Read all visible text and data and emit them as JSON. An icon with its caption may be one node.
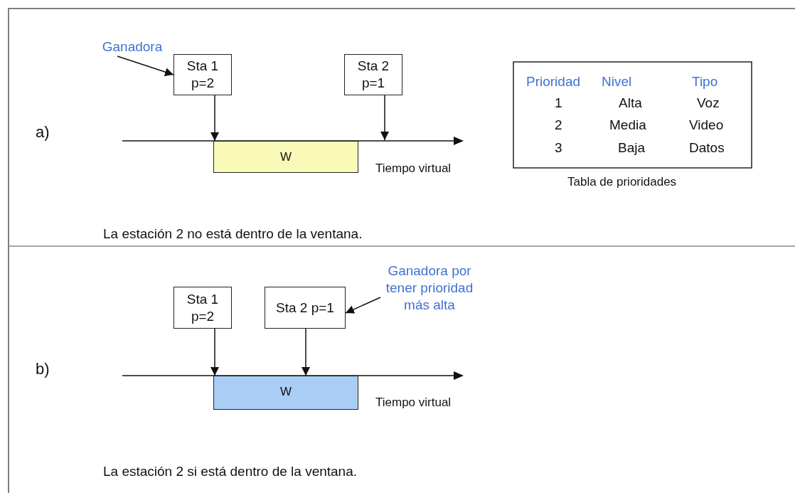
{
  "diagram": {
    "nodes": [
      {
        "text": [
          "Ganadora"
        ]
      },
      {
        "text": [
          "Sta 1 p=2"
        ]
      },
      {
        "text": [
          "Sta 2 p=1"
        ]
      },
      {
        "text": [
          "W"
        ]
      },
      {
        "text": [
          "Sta 1 p=2"
        ]
      },
      {
        "text": [
          "Sta 2 p=1"
        ]
      },
      {
        "text": [
          "W"
        ]
      },
      {
        "text": [
          "Ganadora por tener prioridad más alta"
        ]
      }
    ],
    "edges": [
      {
        "from": 0,
        "to": 1,
        "arrow": "to"
      },
      {
        "from": 1,
        "to": 3,
        "arrow": "to"
      },
      {
        "from": 2,
        "to": null,
        "arrow": "to"
      },
      {
        "from": 4,
        "to": 6,
        "arrow": "to"
      },
      {
        "from": 5,
        "to": 6,
        "arrow": "to"
      },
      {
        "from": 7,
        "to": 5,
        "arrow": "to"
      }
    ],
    "labels": [
      "a)",
      "Tiempo virtual",
      "Prioridad",
      "Nivel",
      "Tipo",
      "1",
      "Alta",
      "Voz",
      "2",
      "Media",
      "Video",
      "3",
      "Baja",
      "Datos",
      "Tabla de prioridades",
      "La estación 2 no está dentro de la ventana.",
      "b)",
      "Tiempo virtual",
      "La estación 2 si está dentro de la ventana."
    ]
  }
}
